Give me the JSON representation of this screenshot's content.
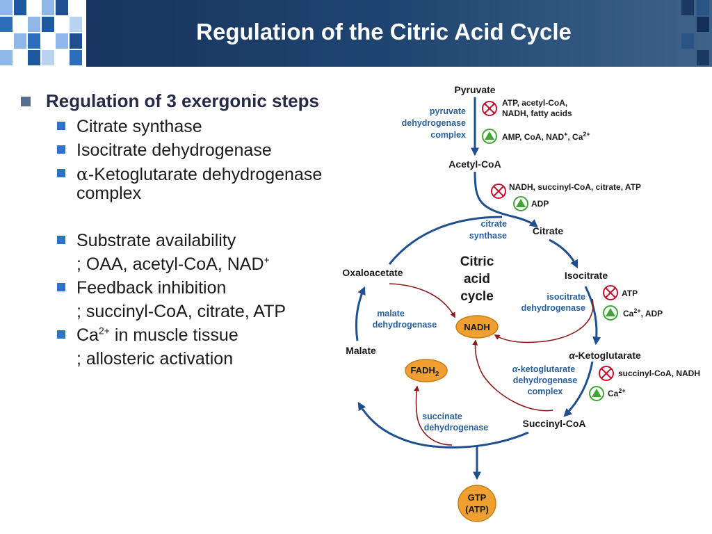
{
  "slide": {
    "title": "Regulation of the Citric Acid Cycle"
  },
  "bullets": {
    "main": "Regulation of 3 exergonic steps",
    "steps": [
      "Citrate synthase",
      "Isocitrate dehydrogenase",
      "-Ketoglutarate dehydrogenase",
      "complex"
    ],
    "alpha": "α",
    "substrate": "Substrate availability",
    "substrate_detail": "; OAA, acetyl-CoA, NAD",
    "substrate_sup": "+",
    "feedback": "Feedback inhibition",
    "feedback_detail": "; succinyl-CoA, citrate, ATP",
    "calcium_a": "Ca",
    "calcium_sup": "2+",
    "calcium_b": " in muscle tissue",
    "calcium_detail": "; allosteric activation"
  },
  "diagram": {
    "colors": {
      "arrow_blue": "#1f4f8f",
      "arrow_red": "#8b1a1a",
      "inhibit": "#c8102e",
      "activate": "#3fa535",
      "energy": "#f0a030",
      "enzyme_text": "#2a5f9b"
    },
    "metabolites": {
      "pyruvate": "Pyruvate",
      "acetyl_coa": "Acetyl-CoA",
      "citrate": "Citrate",
      "isocitrate": "Isocitrate",
      "alpha_kg_a": "α",
      "alpha_kg_b": "-Ketoglutarate",
      "succinyl_coa": "Succinyl-CoA",
      "malate": "Malate",
      "oxaloacetate": "Oxaloacetate"
    },
    "cycle_label": [
      "Citric",
      "acid",
      "cycle"
    ],
    "enzymes": {
      "pdh": [
        "pyruvate",
        "dehydrogenase",
        "complex"
      ],
      "cs": [
        "citrate",
        "synthase"
      ],
      "idh": [
        "isocitrate",
        "dehydrogenase"
      ],
      "akgdh_a": "α",
      "akgdh": [
        "-ketoglutarate",
        "dehydrogenase",
        "complex"
      ],
      "mdh": [
        "malate",
        "dehydrogenase"
      ],
      "sdh": [
        "succinate",
        "dehydrogenase"
      ]
    },
    "regulators": {
      "pdh_inhibit": [
        "ATP, acetyl-CoA,",
        "NADH, fatty acids"
      ],
      "pdh_activate": "AMP, CoA, NAD",
      "pdh_activate_sup1": "+",
      "pdh_activate_mid": ", Ca",
      "pdh_activate_sup2": "2+",
      "cs_inhibit": "NADH, succinyl-CoA, citrate, ATP",
      "cs_activate": "ADP",
      "idh_inhibit": "ATP",
      "idh_activate_a": "Ca",
      "idh_activate_sup": "2+",
      "idh_activate_b": ", ADP",
      "akgdh_inhibit": "succinyl-CoA, NADH",
      "akgdh_activate_a": "Ca",
      "akgdh_activate_sup": "2+"
    },
    "energy": {
      "nadh": "NADH",
      "fadh2": "FADH",
      "fadh2_sub": "2",
      "gtp": "GTP",
      "atp": "(ATP)"
    }
  }
}
